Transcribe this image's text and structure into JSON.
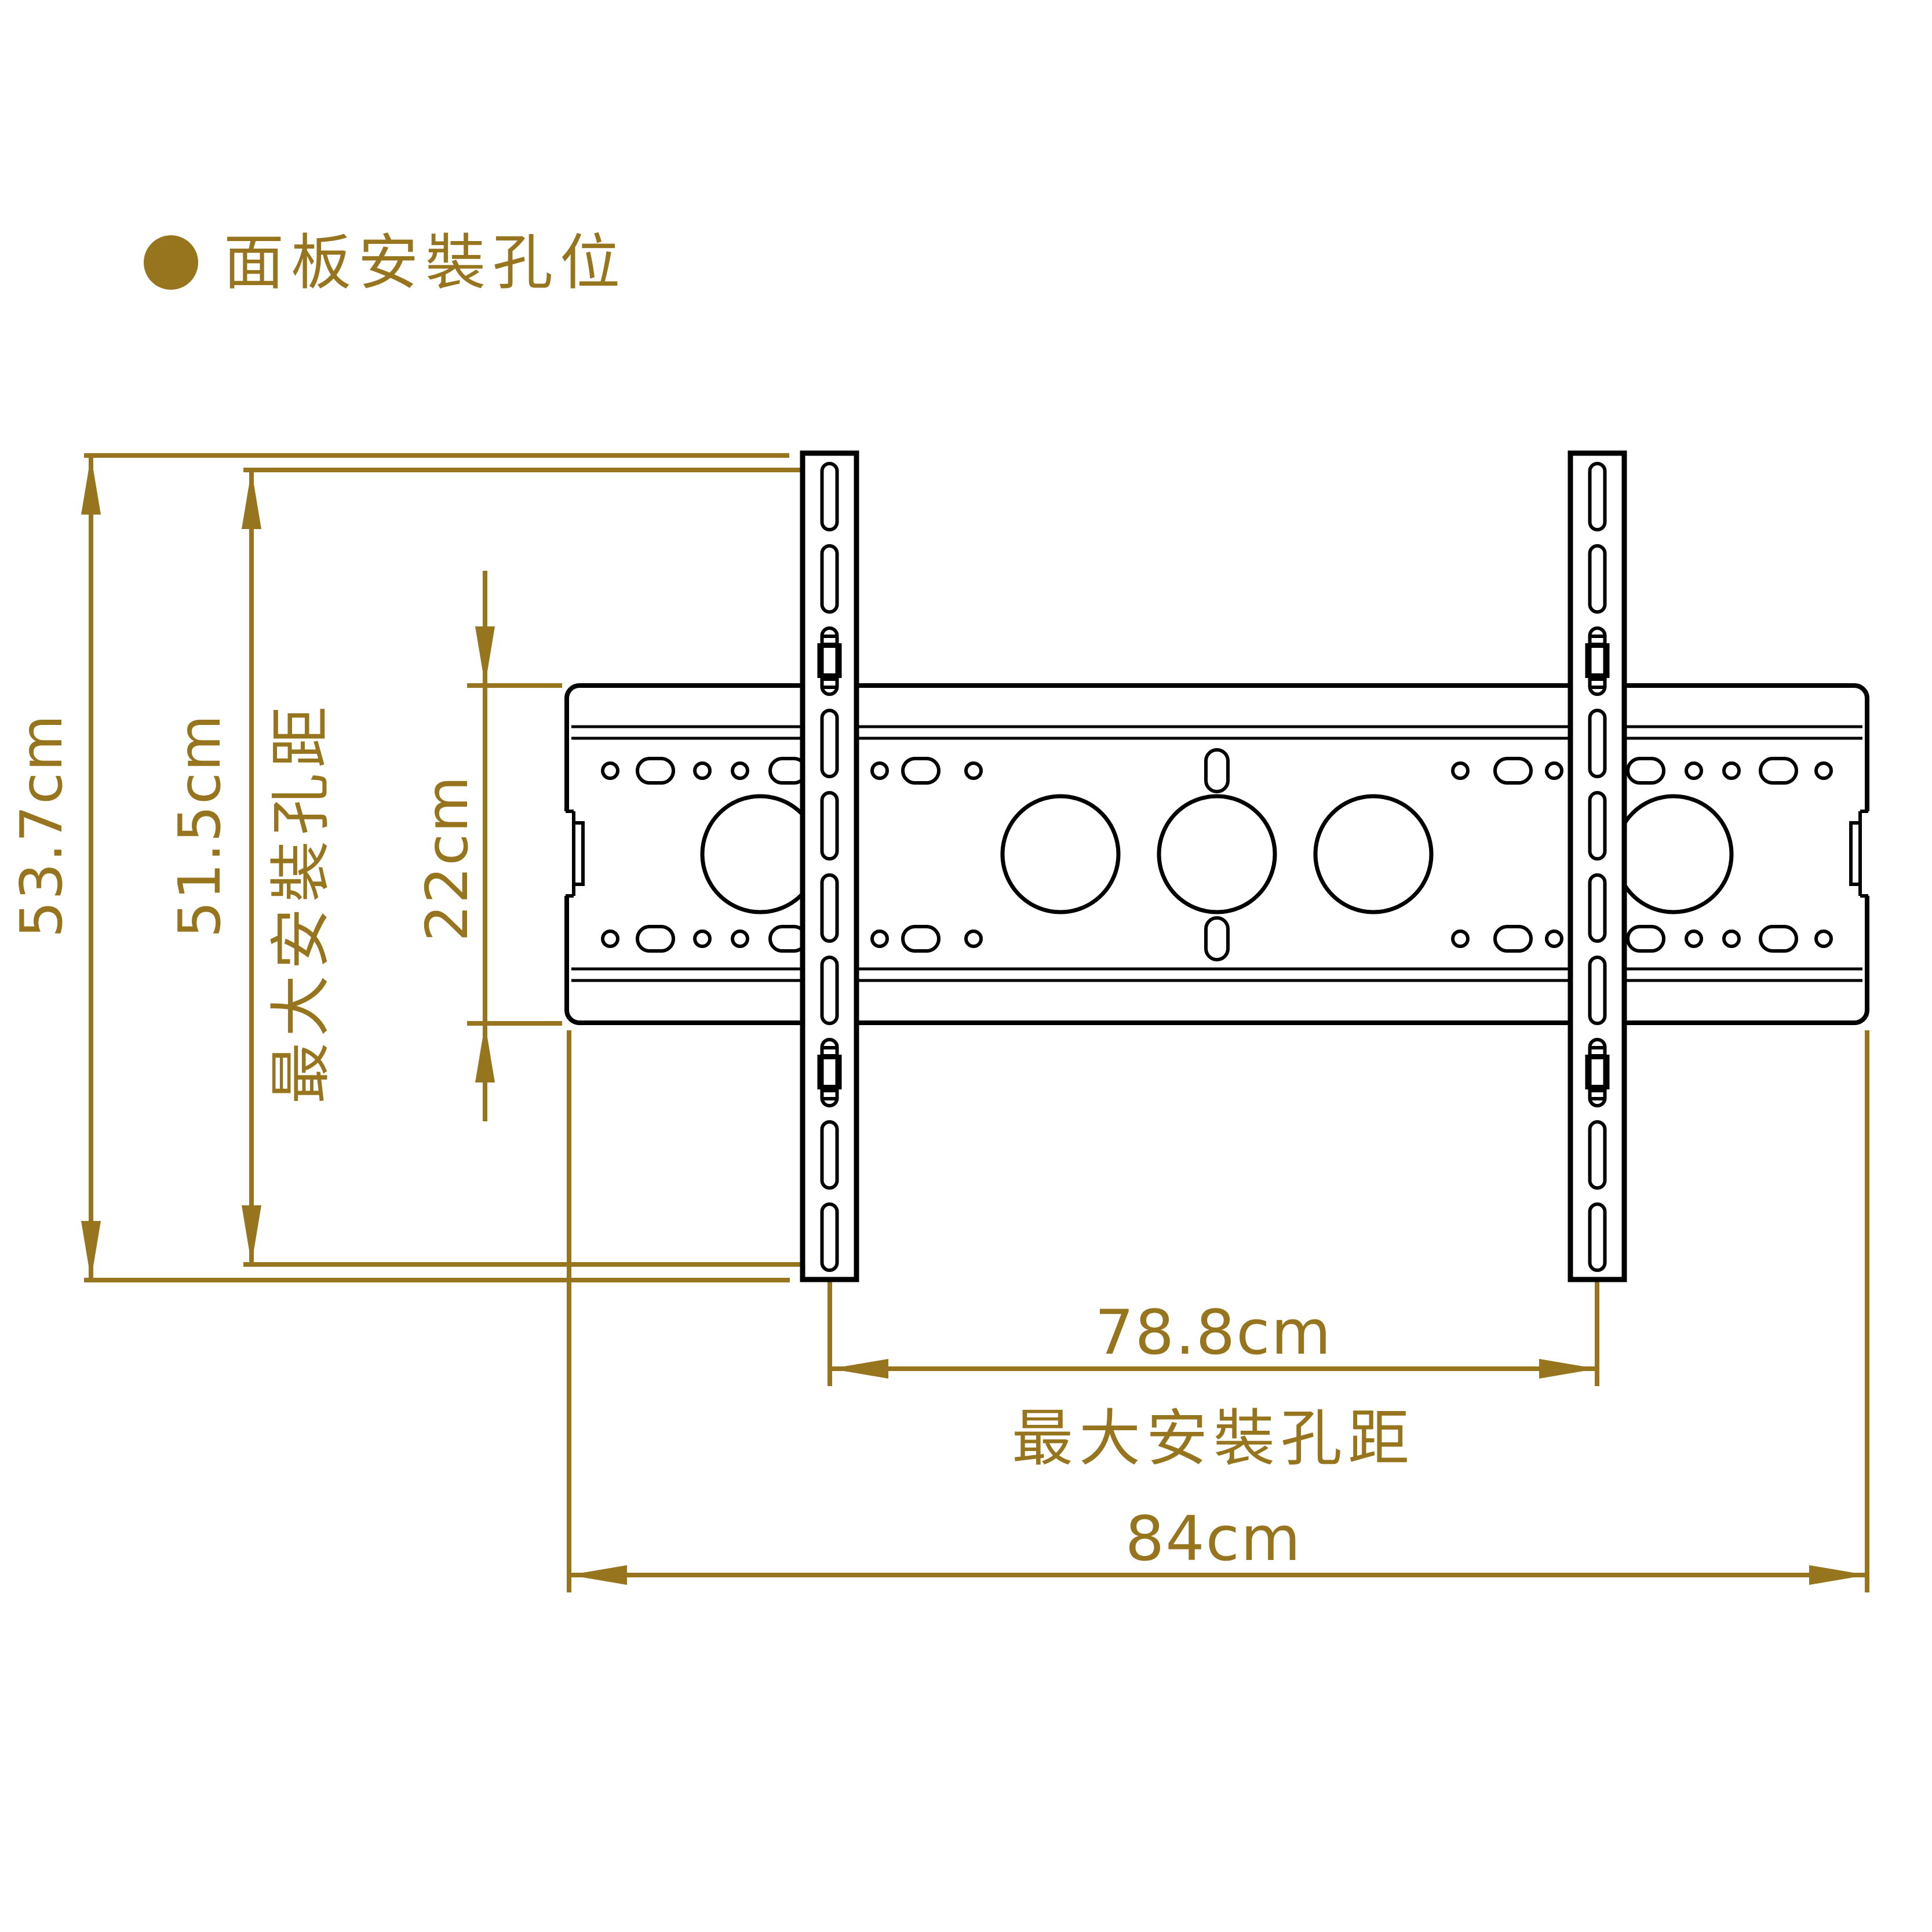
{
  "colors": {
    "accent": "#97741E",
    "line": "#000000",
    "background": "#FFFFFF"
  },
  "title": {
    "bullet_icon": "circle-bullet",
    "text": "面板安裝孔位"
  },
  "dimensions": {
    "overall_height": "53.7cm",
    "max_vertical_hole_distance": "51.5cm",
    "max_vertical_hole_note": "最大安裝孔距",
    "plate_height": "22cm",
    "max_horizontal_hole_distance": "78.8cm",
    "max_horizontal_hole_note": "最大安裝孔距",
    "overall_width": "84cm"
  }
}
